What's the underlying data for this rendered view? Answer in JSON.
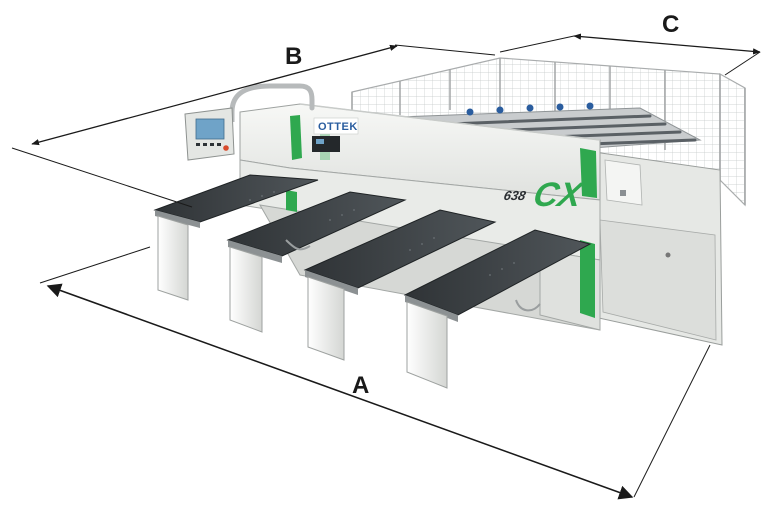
{
  "dimensions": {
    "a_label": "A",
    "b_label": "B",
    "c_label": "C"
  },
  "machine": {
    "brand": "OTTEK",
    "model_prefix": "638",
    "model_suffix": "CX"
  },
  "colors": {
    "dimension_line": "#1a1a1a",
    "accent_green": "#2fa84f",
    "body_white": "#f1f2f0",
    "body_shade": "#d9dbd8",
    "table_dark": "#3b3f42",
    "cage_grey": "#b9bcbd",
    "screen_blue": "#6fa3c8",
    "brand_blue": "#2a5d9f"
  }
}
